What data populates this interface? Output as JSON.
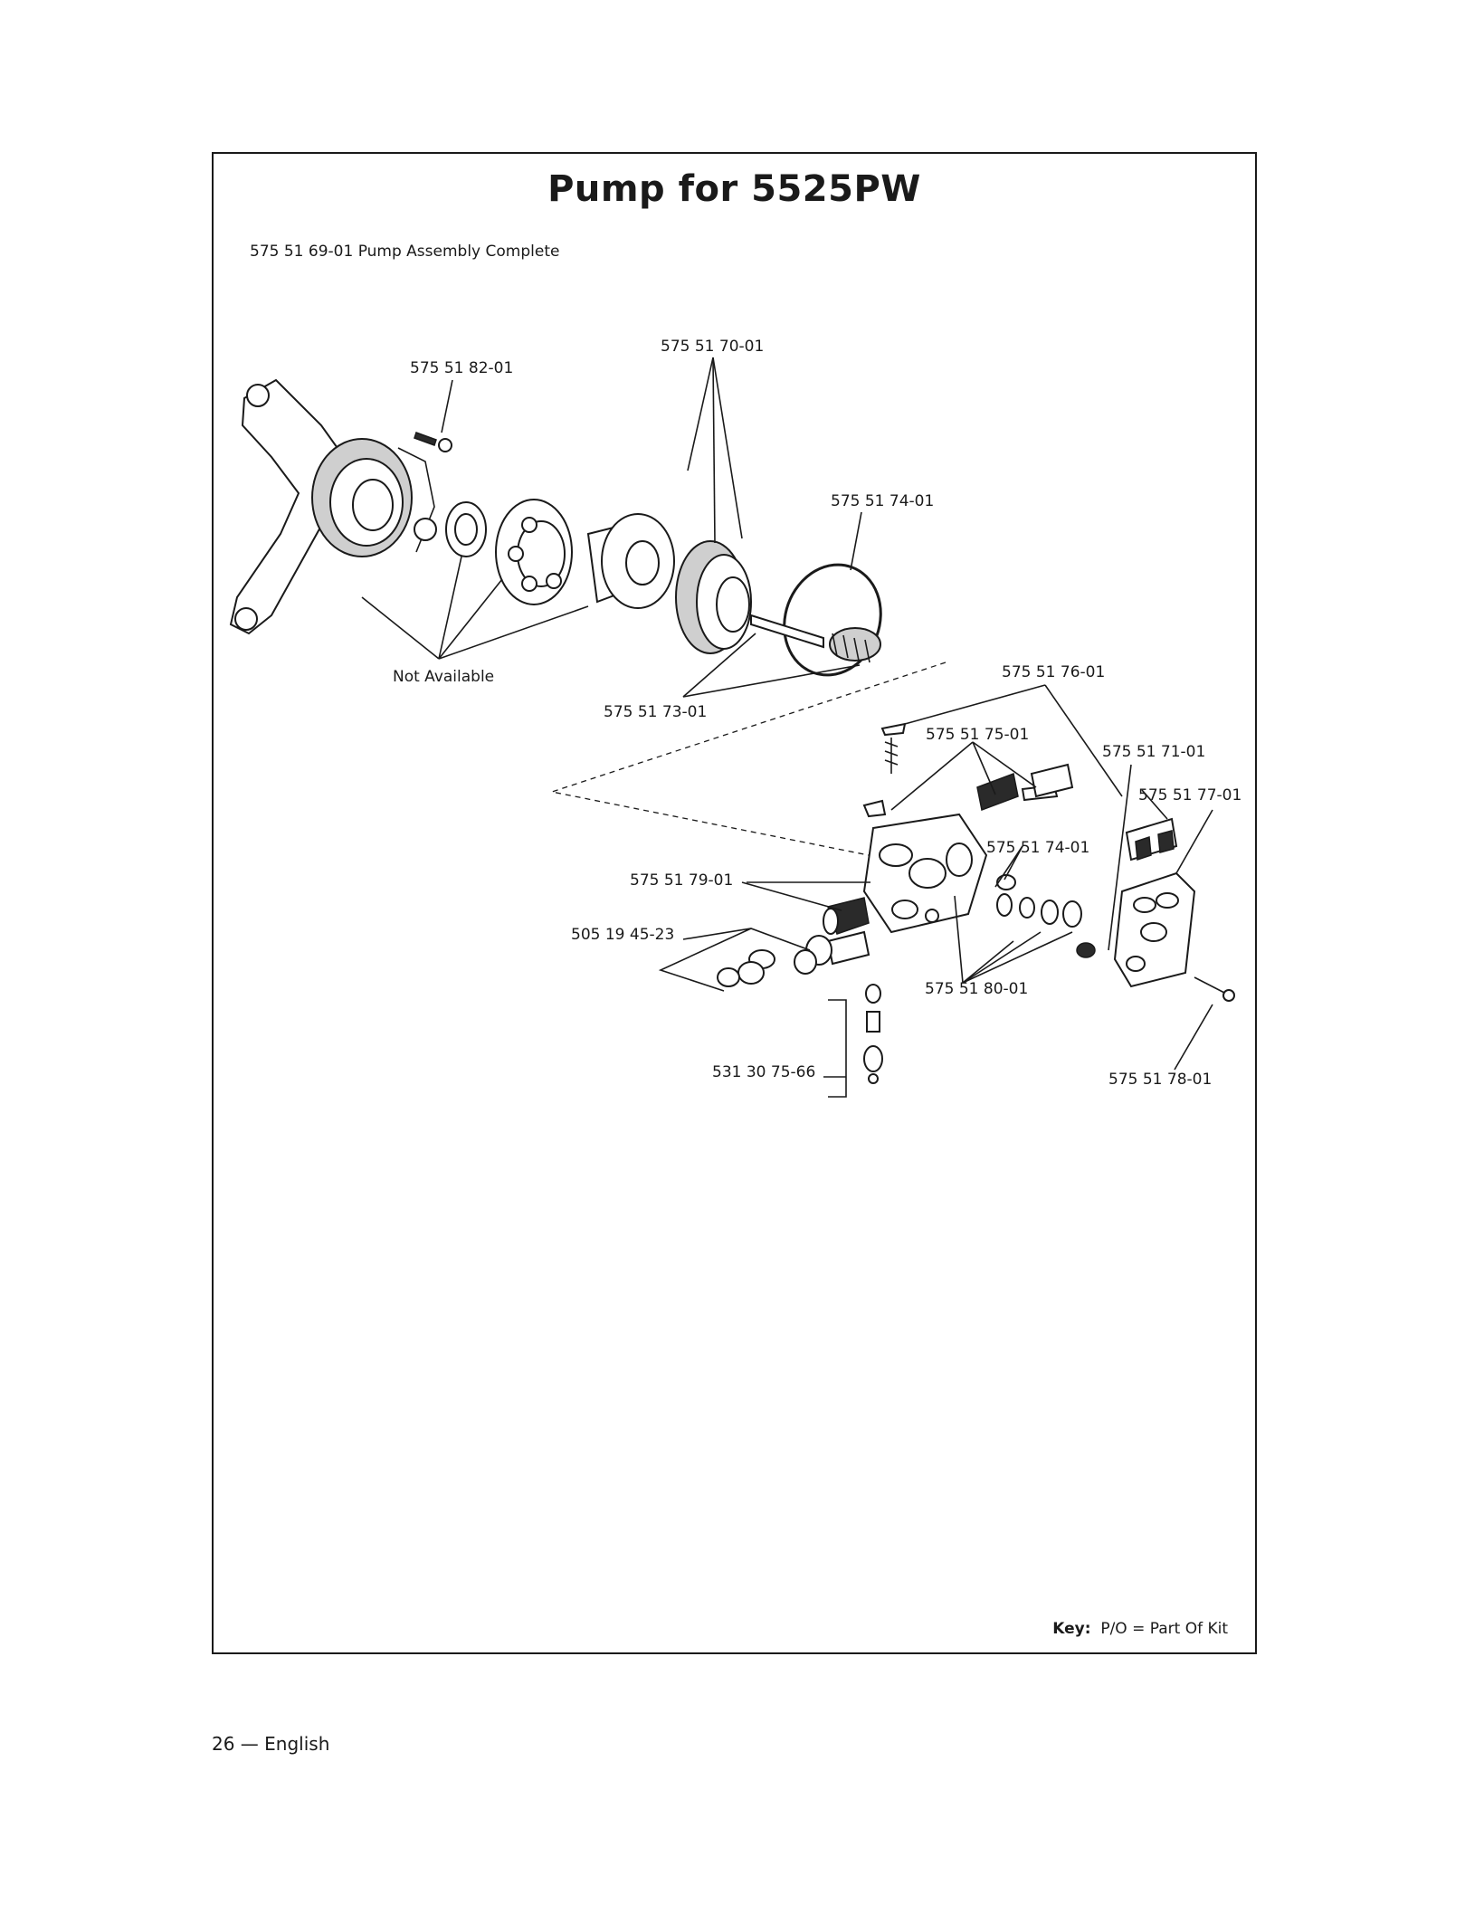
{
  "page": {
    "title": "Pump for 5525PW",
    "subtitle": "575 51 69-01 Pump Assembly Complete",
    "key_label": "Key:",
    "key_text": "P/O = Part Of Kit",
    "footer": "26 — English"
  },
  "callouts": {
    "c8201": "575 51 82-01",
    "c7001": "575 51 70-01",
    "c7401a": "575 51 74-01",
    "not_available": "Not Available",
    "c7301": "575 51 73-01",
    "c7601": "575 51 76-01",
    "c7501": "575 51 75-01",
    "c7101": "575 51 71-01",
    "c7701": "575 51 77-01",
    "c7401b": "575 51 74-01",
    "c7901": "575 51 79-01",
    "c1945": "505 19 45-23",
    "c8001": "575 51 80-01",
    "c3075": "531 30 75-66",
    "c7801": "575 51 78-01"
  }
}
